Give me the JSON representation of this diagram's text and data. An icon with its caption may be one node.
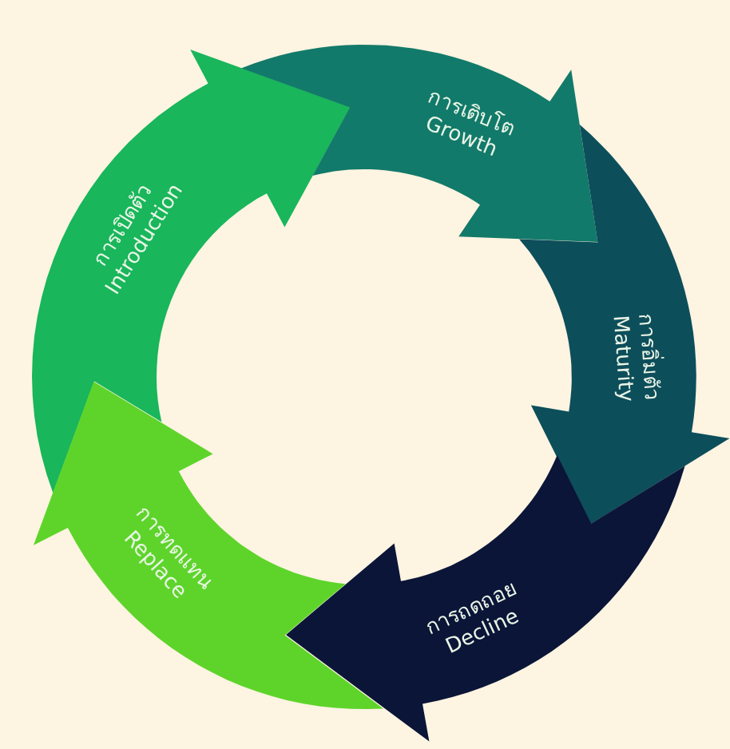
{
  "diagram": {
    "nodes": [
      {
        "text": [
          "การเปิดตัว",
          "Introduction"
        ]
      },
      {
        "text": [
          "การเติบโต",
          "Growth"
        ]
      },
      {
        "text": [
          "การอิ่มตัว",
          "Maturity"
        ]
      },
      {
        "text": [
          "การถดถอย",
          "Decline"
        ]
      },
      {
        "text": [
          "การทดแทน",
          "Replace"
        ]
      }
    ]
  }
}
